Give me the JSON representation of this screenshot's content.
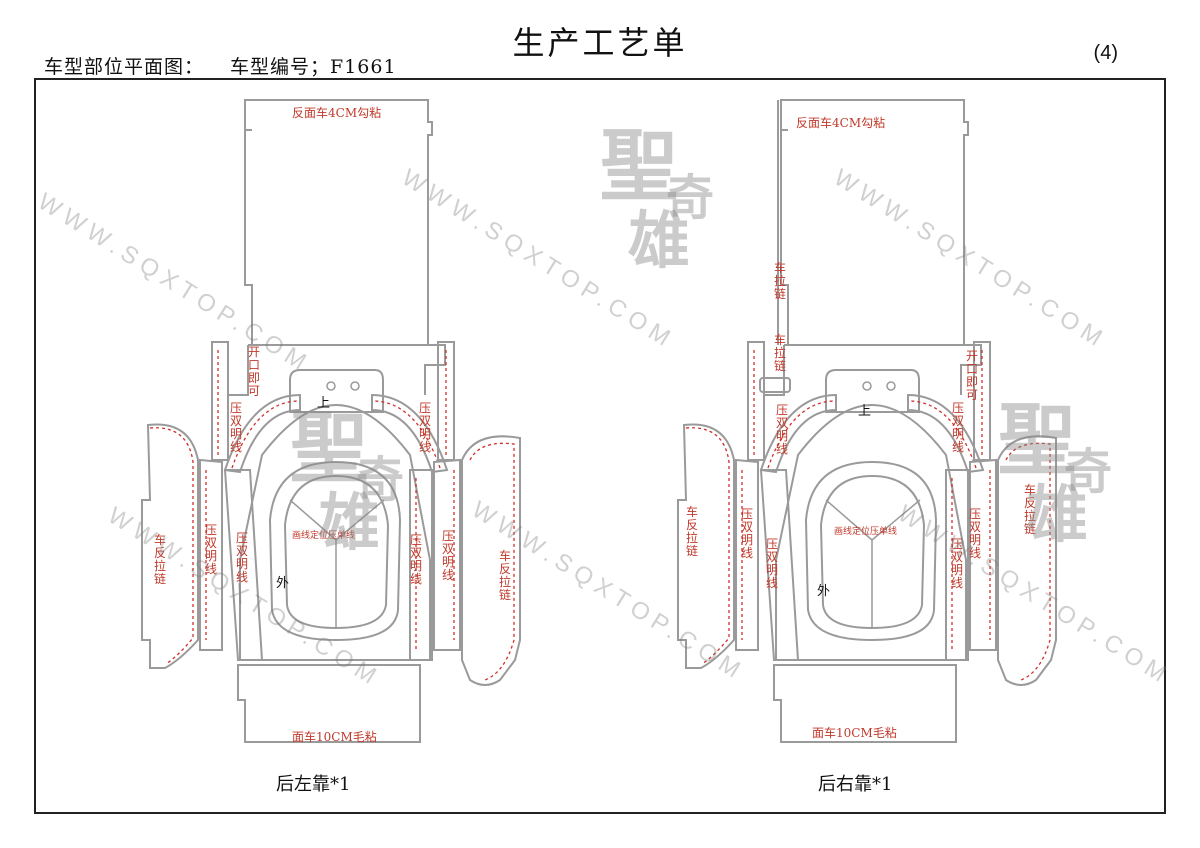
{
  "header": {
    "title": "生产工艺单",
    "left_label": "车型部位平面图：",
    "model_no": "车型编号；F1661",
    "page_no": "(4)"
  },
  "watermark": {
    "url": "WWW.SQXTOP.COM",
    "logo_chars": [
      "聖",
      "奇",
      "雄"
    ]
  },
  "left_pattern": {
    "caption": "后左靠*1",
    "top_panel": "反面车4CM勾粘",
    "bottom_panel": "面车10CM毛粘",
    "opening": "开口即可",
    "up": "上",
    "outer": "外",
    "center_line": "画线定位压单线",
    "double_stitch": "压双明线",
    "reverse_zip": "车反拉链"
  },
  "right_pattern": {
    "caption": "后右靠*1",
    "top_panel": "反面车4CM勾粘",
    "bottom_panel": "面车10CM毛粘",
    "opening": "开口即可",
    "up": "上",
    "outer": "外",
    "center_line": "画线定位压单线",
    "double_stitch": "压双明线",
    "reverse_zip": "车反拉链",
    "zip": "车拉链"
  },
  "colors": {
    "outline": "#9a9a9a",
    "annotation": "#c0392b",
    "stitch": "#d0302a"
  }
}
